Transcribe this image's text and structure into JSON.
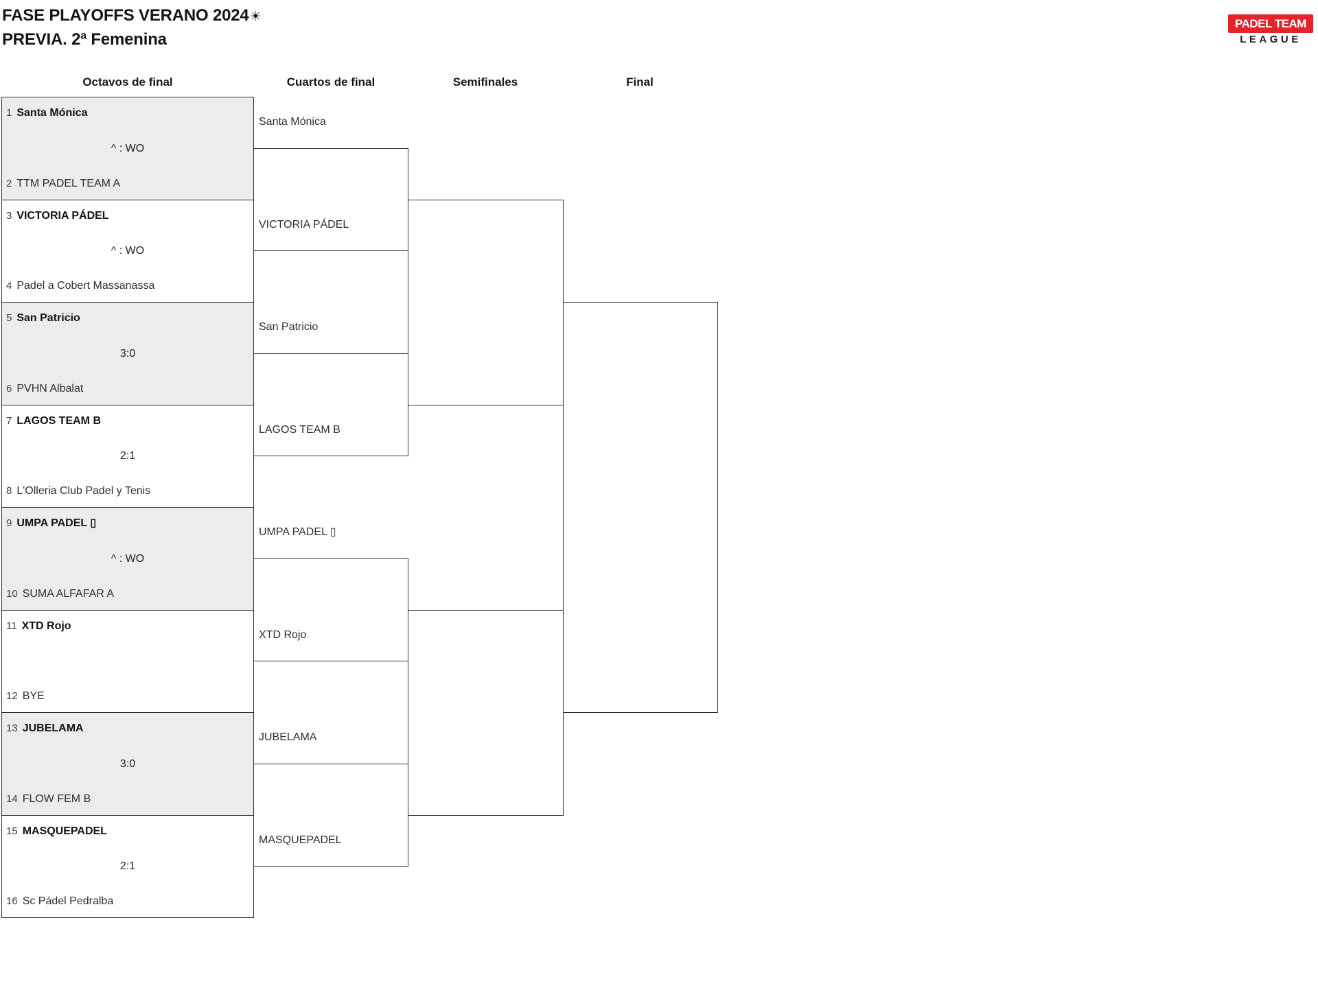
{
  "header": {
    "title": "FASE PLAYOFFS VERANO 2024",
    "sun_icon": "☀",
    "subtitle": "PREVIA. 2ª Femenina"
  },
  "logo": {
    "line1": "PADEL TEAM",
    "line2": "LEAGUE"
  },
  "rounds": {
    "r16": "Octavos de final",
    "qf": "Cuartos de final",
    "sf": "Semifinales",
    "final": "Final"
  },
  "matches": [
    {
      "seed_a": "1",
      "team_a": "Santa Mónica",
      "score": "^ : WO",
      "seed_b": "2",
      "team_b": "TTM PADEL TEAM A"
    },
    {
      "seed_a": "3",
      "team_a": "VICTORIA PÁDEL",
      "score": "^ : WO",
      "seed_b": "4",
      "team_b": "Padel a Cobert Massanassa"
    },
    {
      "seed_a": "5",
      "team_a": "San Patricio",
      "score": "3:0",
      "seed_b": "6",
      "team_b": "PVHN Albalat"
    },
    {
      "seed_a": "7",
      "team_a": "LAGOS TEAM B",
      "score": "2:1",
      "seed_b": "8",
      "team_b": "L'Olleria Club Padel y Tenis"
    },
    {
      "seed_a": "9",
      "team_a": "UMPA PADEL ▯",
      "score": "^ : WO",
      "seed_b": "10",
      "team_b": "SUMA ALFAFAR A"
    },
    {
      "seed_a": "11",
      "team_a": "XTD Rojo",
      "score": "",
      "seed_b": "12",
      "team_b": "BYE"
    },
    {
      "seed_a": "13",
      "team_a": "JUBELAMA",
      "score": "3:0",
      "seed_b": "14",
      "team_b": "FLOW FEM B"
    },
    {
      "seed_a": "15",
      "team_a": "MASQUEPADEL",
      "score": "2:1",
      "seed_b": "16",
      "team_b": "Sc Pádel Pedralba"
    }
  ],
  "qf_entrants": [
    "Santa Mónica",
    "VICTORIA PÁDEL",
    "San Patricio",
    "LAGOS TEAM B",
    "UMPA PADEL ▯",
    "XTD Rojo",
    "JUBELAMA",
    "MASQUEPADEL"
  ],
  "colors": {
    "logo_red": "#e4232b",
    "match_alt_fill": "#ececec",
    "line": "#2f2f2f"
  }
}
